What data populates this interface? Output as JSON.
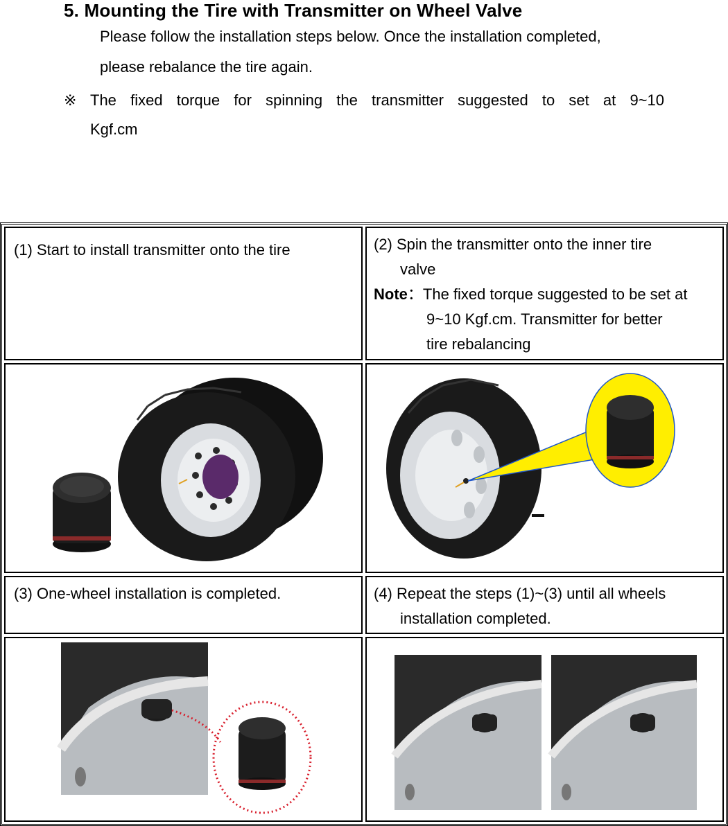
{
  "header": {
    "title": "5. Mounting the Tire with Transmitter on Wheel Valve",
    "intro_line1": "Please follow the installation steps below. Once the installation completed,",
    "intro_line2": "please rebalance the tire again.",
    "note_mark": "※",
    "note_line1": "The fixed torque for spinning the transmitter suggested to set at 9~10",
    "note_line2": "Kgf.cm"
  },
  "steps": [
    {
      "label": "(1) Start to install transmitter onto the tire"
    },
    {
      "label_line1": "(2) Spin the transmitter onto the inner tire",
      "label_line2": "valve",
      "note_label": "Note",
      "note_sep": "：",
      "note_line1": "The fixed torque suggested to be set at",
      "note_line2": "9~10 Kgf.cm. Transmitter for better",
      "note_line3": "tire rebalancing"
    },
    {
      "label": "(3) One-wheel installation is completed."
    },
    {
      "label_line1": "(4) Repeat the steps (1)~(3) until all wheels",
      "label_line2": "installation completed."
    }
  ],
  "colors": {
    "tire": "#1a1a1a",
    "rim": "#dcdcdc",
    "hub": "#5a2a6a",
    "callout": "#ffee00",
    "dotted_callout": "#d81e2c"
  }
}
